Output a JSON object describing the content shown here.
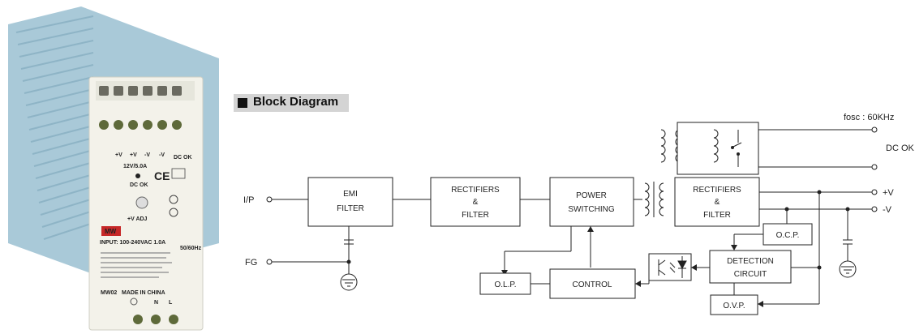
{
  "header": {
    "title": "Block Diagram"
  },
  "product": {
    "terminal_top": [
      "+V",
      "+V",
      "-V",
      "-V",
      "DC OK"
    ],
    "rating": "12V/5.0A",
    "dc_ok": "DC OK",
    "adj": "+V ADJ",
    "brand": "MW",
    "input": "INPUT: 100-240VAC 1.0A",
    "freq": "50/60Hz",
    "model": "MW02",
    "made": "MADE IN CHINA",
    "terminal_bottom": [
      "N",
      "L"
    ]
  },
  "blocks": {
    "emi": [
      "EMI",
      "FILTER"
    ],
    "rect1": [
      "RECTIFIERS",
      "&",
      "FILTER"
    ],
    "psw": [
      "POWER",
      "SWITCHING"
    ],
    "rect2": [
      "RECTIFIERS",
      "&",
      "FILTER"
    ],
    "olp": "O.L.P.",
    "control": "CONTROL",
    "detection": [
      "DETECTION",
      "CIRCUIT"
    ],
    "ocp": "O.C.P.",
    "ovp": "O.V.P."
  },
  "labels": {
    "ip": "I/P",
    "fg": "FG",
    "fosc": "fosc : 60KHz",
    "dcok": "DC OK",
    "pv": "+V",
    "nv": "-V"
  }
}
